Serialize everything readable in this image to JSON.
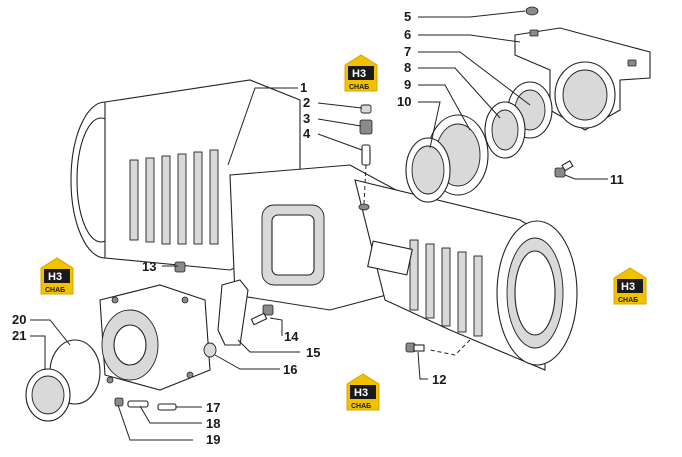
{
  "diagram": {
    "callouts": [
      {
        "id": "1",
        "label": "1"
      },
      {
        "id": "2",
        "label": "2"
      },
      {
        "id": "3",
        "label": "3"
      },
      {
        "id": "4",
        "label": "4"
      },
      {
        "id": "5",
        "label": "5"
      },
      {
        "id": "6",
        "label": "6"
      },
      {
        "id": "7",
        "label": "7"
      },
      {
        "id": "8",
        "label": "8"
      },
      {
        "id": "9",
        "label": "9"
      },
      {
        "id": "10",
        "label": "10"
      },
      {
        "id": "11",
        "label": "11"
      },
      {
        "id": "12",
        "label": "12"
      },
      {
        "id": "13",
        "label": "13"
      },
      {
        "id": "14",
        "label": "14"
      },
      {
        "id": "15",
        "label": "15"
      },
      {
        "id": "16",
        "label": "16"
      },
      {
        "id": "17",
        "label": "17"
      },
      {
        "id": "18",
        "label": "18"
      },
      {
        "id": "19",
        "label": "19"
      },
      {
        "id": "20",
        "label": "20"
      },
      {
        "id": "21",
        "label": "21"
      }
    ],
    "watermark": {
      "top": "H3",
      "bottom": "СНАБ",
      "color_bg": "#f2c200",
      "color_box": "#1a1a1a"
    }
  }
}
